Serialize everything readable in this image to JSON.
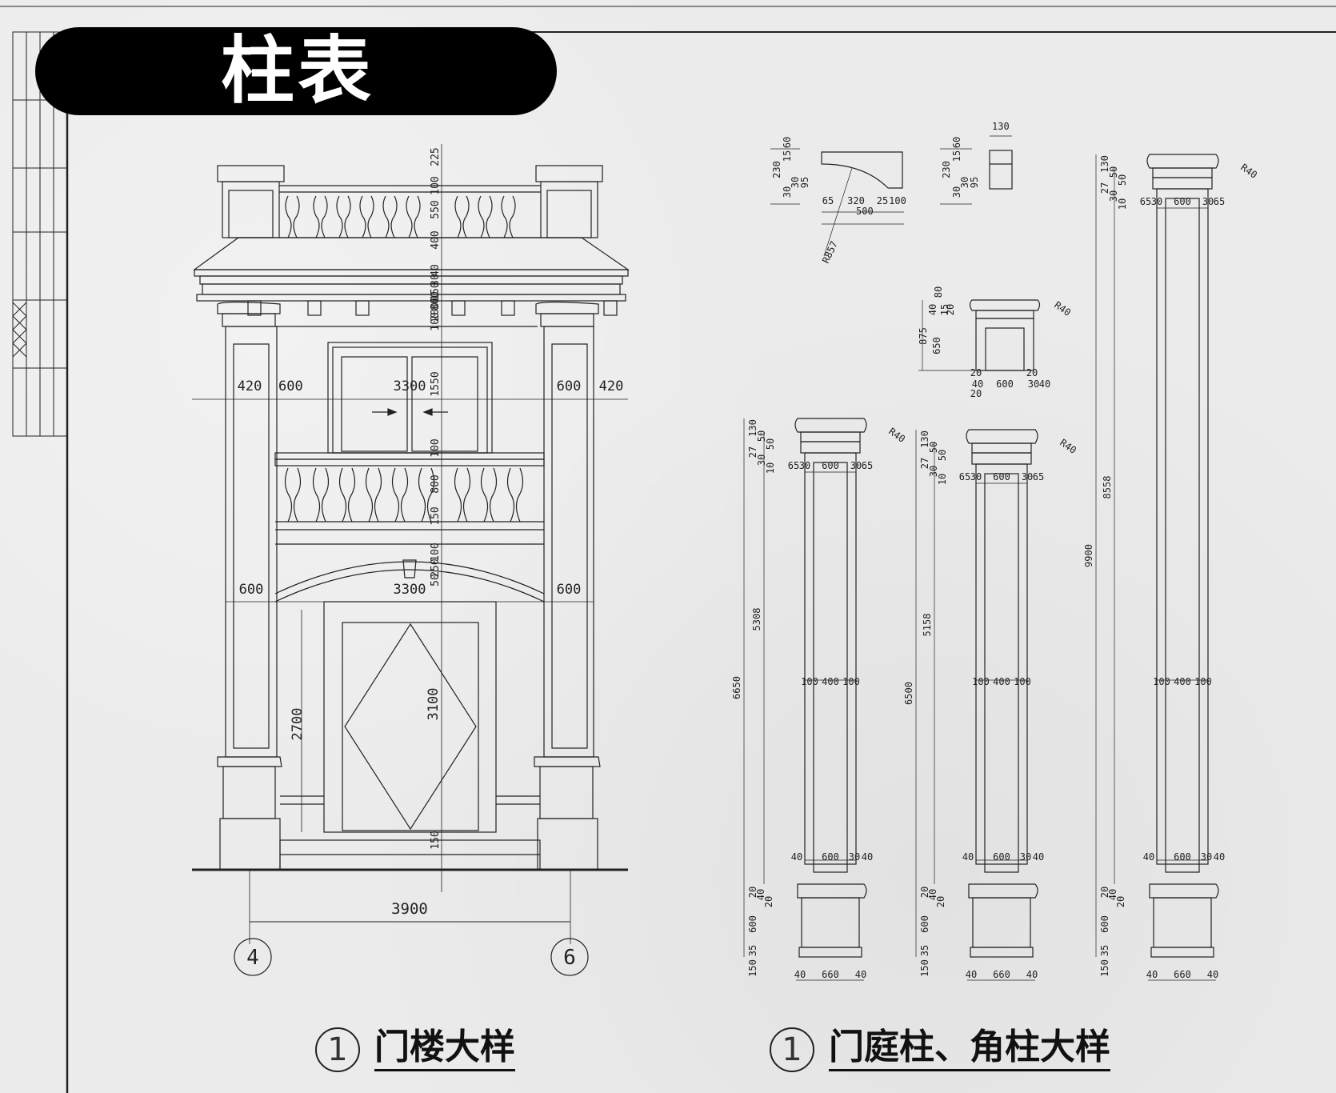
{
  "title": "柱表",
  "captions": {
    "left": {
      "number": "1",
      "text": "门楼大样"
    },
    "right": {
      "number": "1",
      "text": "门庭柱、角柱大样"
    }
  },
  "axis_labels": {
    "left": "4",
    "right": "6"
  },
  "gate_dims": {
    "total_width": "3900",
    "opening_top": "3300",
    "opening_bottom": "3300",
    "side_left": "420",
    "side_right": "420",
    "col_left_top": "600",
    "col_right_top": "600",
    "col_left_bottom": "600",
    "col_right_bottom": "600",
    "door_height": "3100",
    "opening_height": "2700",
    "vertical_stack": [
      "225",
      "100",
      "550",
      "400",
      "40",
      "30",
      "40",
      "150",
      "80",
      "200",
      "100",
      "1550",
      "100",
      "800",
      "150",
      "100",
      "250",
      "50",
      "150"
    ]
  },
  "cornice_detail": {
    "heights": [
      "60",
      "15",
      "230",
      "30",
      "30",
      "95"
    ],
    "widths": [
      "65",
      "320",
      "25",
      "100"
    ],
    "total": "500",
    "radius": "R857"
  },
  "cornice_small": {
    "width": "130",
    "heights": [
      "60",
      "15",
      "230",
      "30",
      "30",
      "95"
    ]
  },
  "small_cap": {
    "heights": [
      "80",
      "40",
      "15",
      "20",
      "875",
      "650"
    ],
    "radius": "R40",
    "widths": [
      "20",
      "40",
      "600",
      "30",
      "40",
      "20",
      "20"
    ]
  },
  "column_a": {
    "total": "6650",
    "shaft": "5308",
    "top_heights": [
      "130",
      "50",
      "50",
      "27",
      "30",
      "10"
    ],
    "cap_widths": [
      "65",
      "30",
      "600",
      "30",
      "65"
    ],
    "shaft_widths": [
      "100",
      "400",
      "100"
    ],
    "base_widths": [
      "40",
      "600",
      "30",
      "40"
    ],
    "base_heights": [
      "20",
      "40",
      "20",
      "600",
      "35",
      "150"
    ],
    "foot_widths": [
      "40",
      "660",
      "40"
    ],
    "radius": "R40"
  },
  "column_b": {
    "total": "6500",
    "shaft": "5158",
    "top_heights": [
      "130",
      "50",
      "50",
      "27",
      "30",
      "10"
    ],
    "cap_widths": [
      "65",
      "30",
      "600",
      "30",
      "65"
    ],
    "shaft_widths": [
      "100",
      "400",
      "100"
    ],
    "base_widths": [
      "40",
      "600",
      "30",
      "40"
    ],
    "base_heights": [
      "20",
      "40",
      "20",
      "600",
      "35",
      "150"
    ],
    "foot_widths": [
      "40",
      "660",
      "40"
    ],
    "radius": "R40"
  },
  "column_c": {
    "total": "9900",
    "shaft": "8558",
    "top_heights": [
      "130",
      "50",
      "50",
      "27",
      "30",
      "10"
    ],
    "cap_widths": [
      "65",
      "30",
      "600",
      "30",
      "65"
    ],
    "shaft_widths": [
      "100",
      "400",
      "100"
    ],
    "base_widths": [
      "40",
      "600",
      "30",
      "40"
    ],
    "base_heights": [
      "20",
      "40",
      "20",
      "600",
      "35",
      "150"
    ],
    "foot_widths": [
      "40",
      "660",
      "40"
    ],
    "radius": "R40"
  },
  "colors": {
    "line": "#222222",
    "paper": "#ebebeb",
    "pill": "#000000"
  }
}
